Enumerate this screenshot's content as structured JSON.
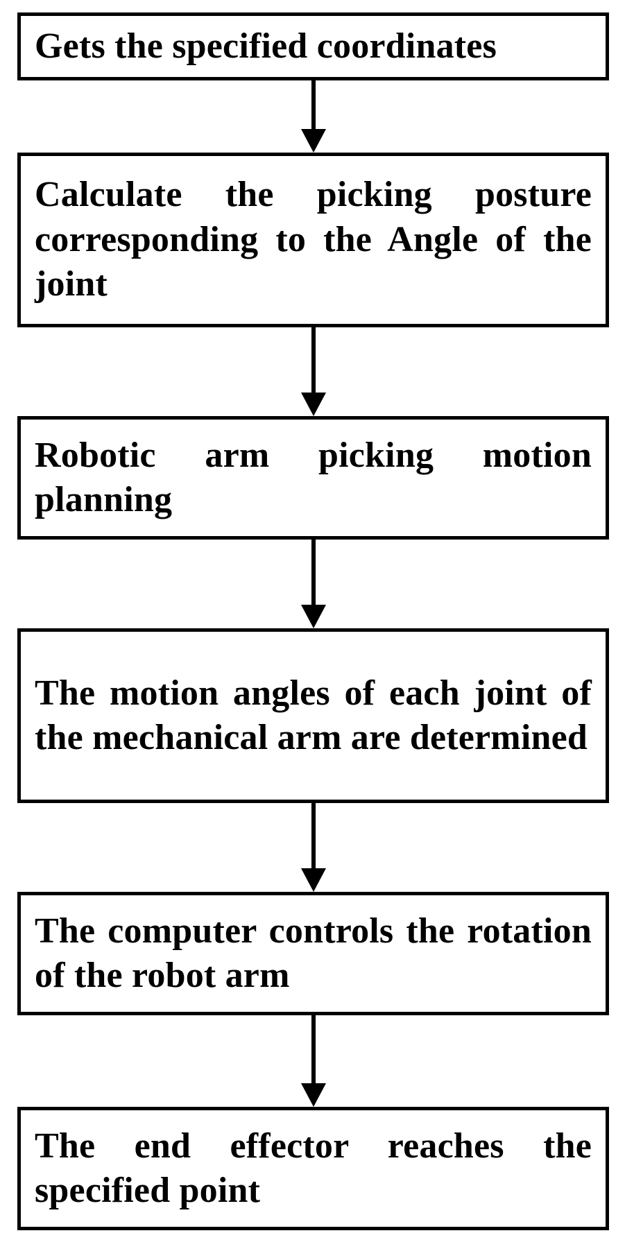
{
  "flowchart": {
    "steps": [
      "Gets the specified coordinates",
      "Calculate the picking posture corresponding to the Angle of the joint",
      "Robotic arm picking motion planning",
      "The motion angles of each joint of the mechanical arm are determined",
      "The computer controls the rotation of the robot arm",
      "The end effector reaches the specified point"
    ]
  }
}
